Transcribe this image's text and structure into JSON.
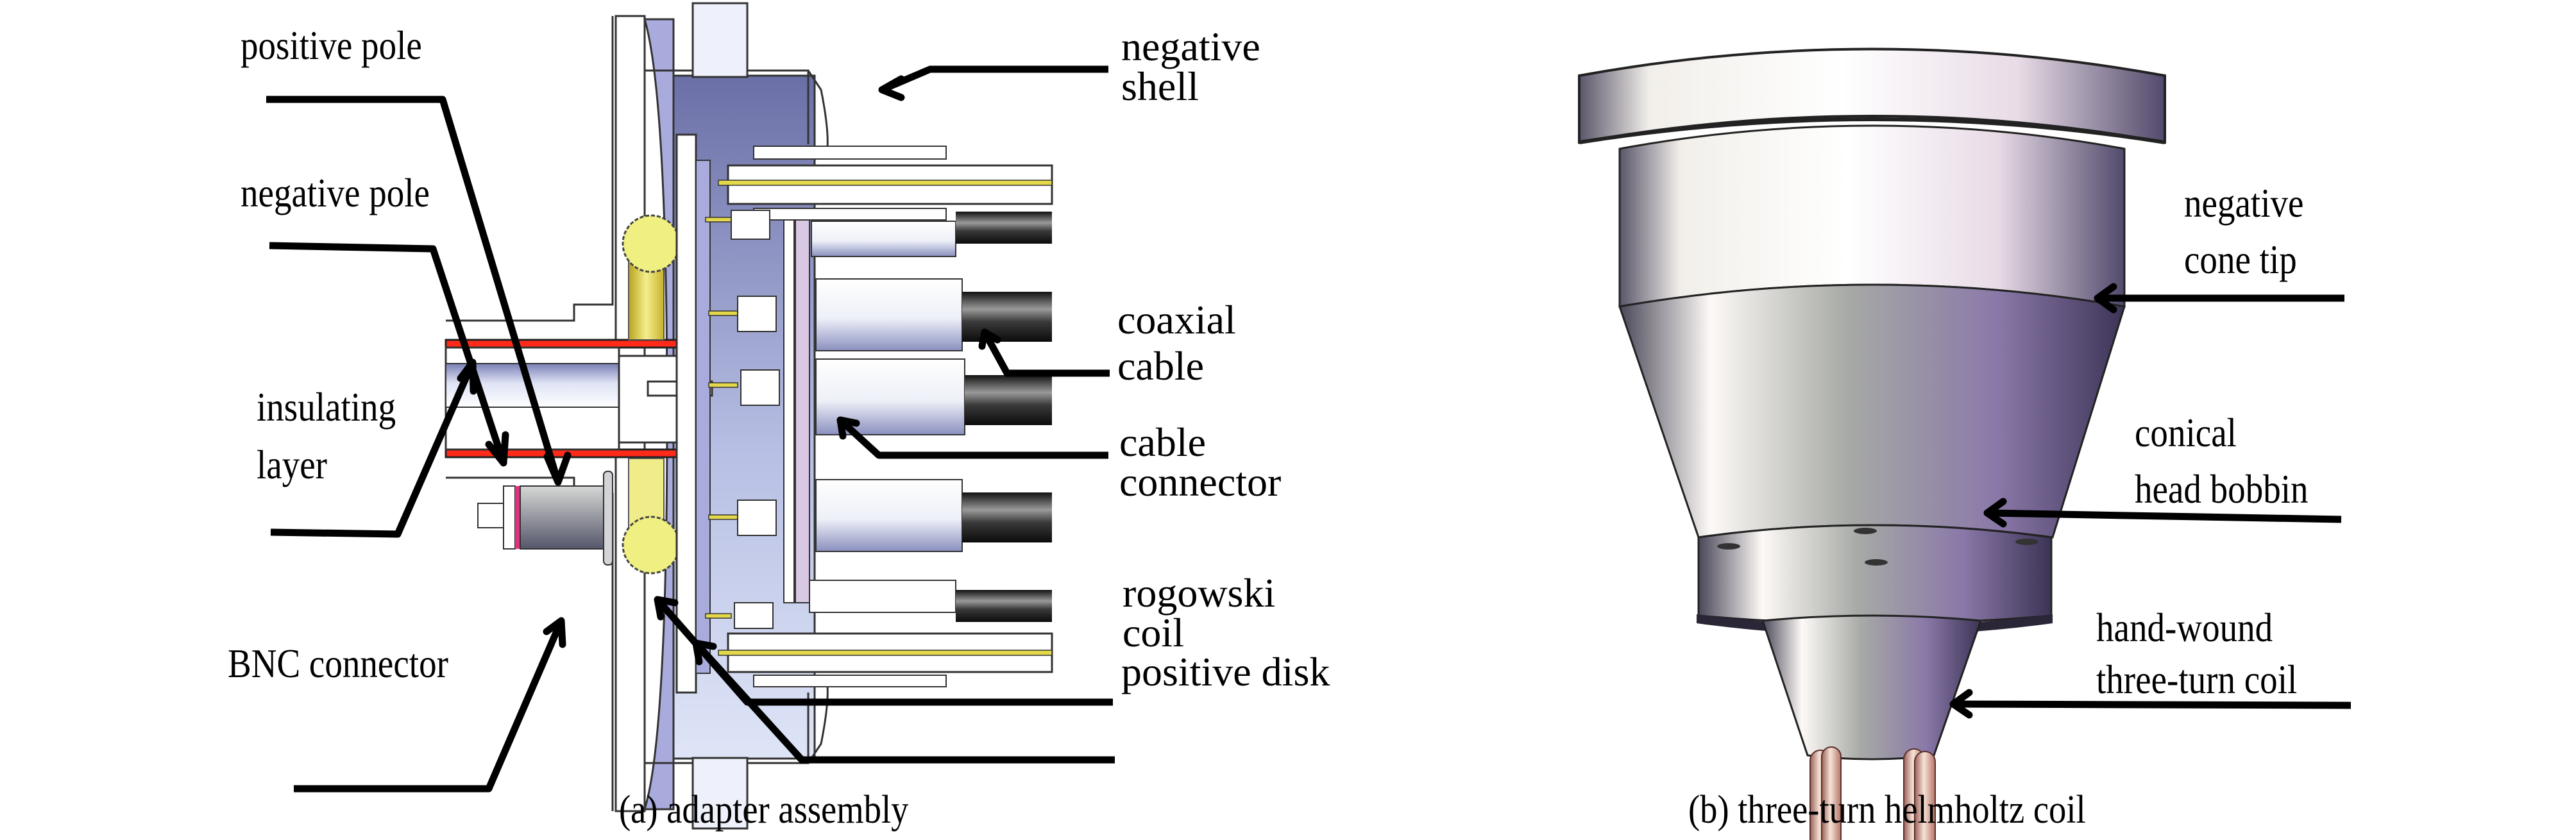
{
  "figure": {
    "panel_a": {
      "caption": "(a) adapter assembly",
      "labels": {
        "positive_pole": "positive pole",
        "negative_pole": "negative pole",
        "insulating_layer_line1": "insulating",
        "insulating_layer_line2": "layer",
        "bnc_connector": "BNC connector",
        "negative_shell_line1": "negative",
        "negative_shell_line2": "shell",
        "coaxial_cable_line1": "coaxial",
        "coaxial_cable_line2": "cable",
        "cable_connector_line1": "cable",
        "cable_connector_line2": "connector",
        "rogowski_coil_line1": "rogowski",
        "rogowski_coil_line2": "coil",
        "positive_disk": "positive disk"
      }
    },
    "panel_b": {
      "caption": "(b) three-turn helmholtz coil",
      "labels": {
        "negative_cone_tip_line1": "negative",
        "negative_cone_tip_line2": "cone tip",
        "conical_head_bobbin_line1": "conical",
        "conical_head_bobbin_line2": "head bobbin",
        "hand_wound_coil_line1": "hand-wound",
        "hand_wound_coil_line2": "three-turn coil"
      }
    },
    "colors": {
      "housing_blue": "#a9abdd",
      "cavity_blue": "#7478ad",
      "conductor_red": "#ff2a1a",
      "rogowski_yellow": "#efef82",
      "pin_yellow": "#e3d84a",
      "cable_black": "#1c1c1c",
      "disk_pink": "#d9c8e4",
      "metal_purple": "#8a78a8",
      "copper": "#d99a8a"
    }
  }
}
